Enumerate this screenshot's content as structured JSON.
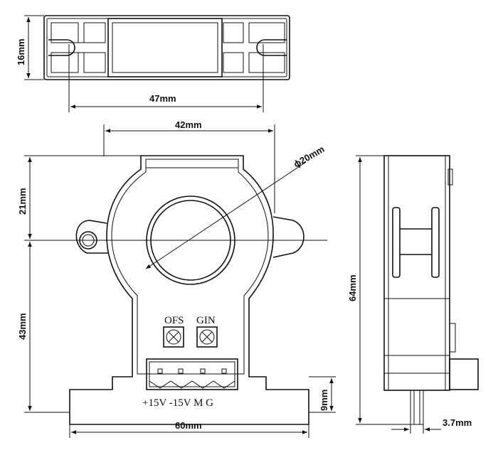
{
  "top_view": {
    "height_dim": "16mm",
    "width_dim": "47mm"
  },
  "front_view": {
    "top_dim": "42mm",
    "hole_dim": "ϕ20mm",
    "upper_height_dim": "21mm",
    "lower_height_dim": "43mm",
    "base_width_dim": "60mm",
    "pin_height_dim": "9mm",
    "labels": {
      "ofs": "OFS",
      "gin": "GIN",
      "pins": "+15V -15V M G"
    }
  },
  "side_view": {
    "height_dim": "64mm",
    "pin_width_dim": "3.7mm"
  }
}
